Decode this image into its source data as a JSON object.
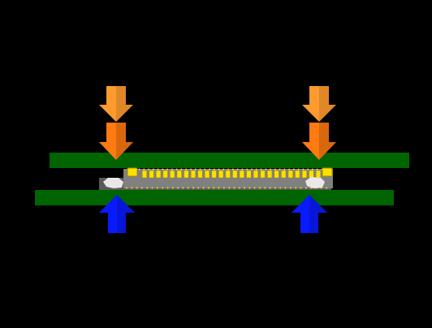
{
  "diagram": {
    "background_color": "#000000",
    "board_color": "#006400",
    "connector_body_color": "#808080",
    "connector_edge_color": "#5a5a5a",
    "pin_color": "#ffe000",
    "pin_outline_color": "#a08a00",
    "dot_color": "#ffff80",
    "latch_color": "#e8e8e8",
    "press_arrow_light_color": "#ff9a2e",
    "press_arrow_dark_color": "#ff7a10",
    "support_arrow_color": "#0a1aff",
    "top_pins_count": 26,
    "bottom_dots_count": 40,
    "top_dots_count": 44,
    "upper_board_label": "",
    "lower_board_label": "",
    "arrows": {
      "top_press": {
        "icon": "arrow-down-icon",
        "count_per_side": 2
      },
      "bottom_support": {
        "icon": "arrow-up-icon",
        "count_per_side": 1
      }
    }
  }
}
